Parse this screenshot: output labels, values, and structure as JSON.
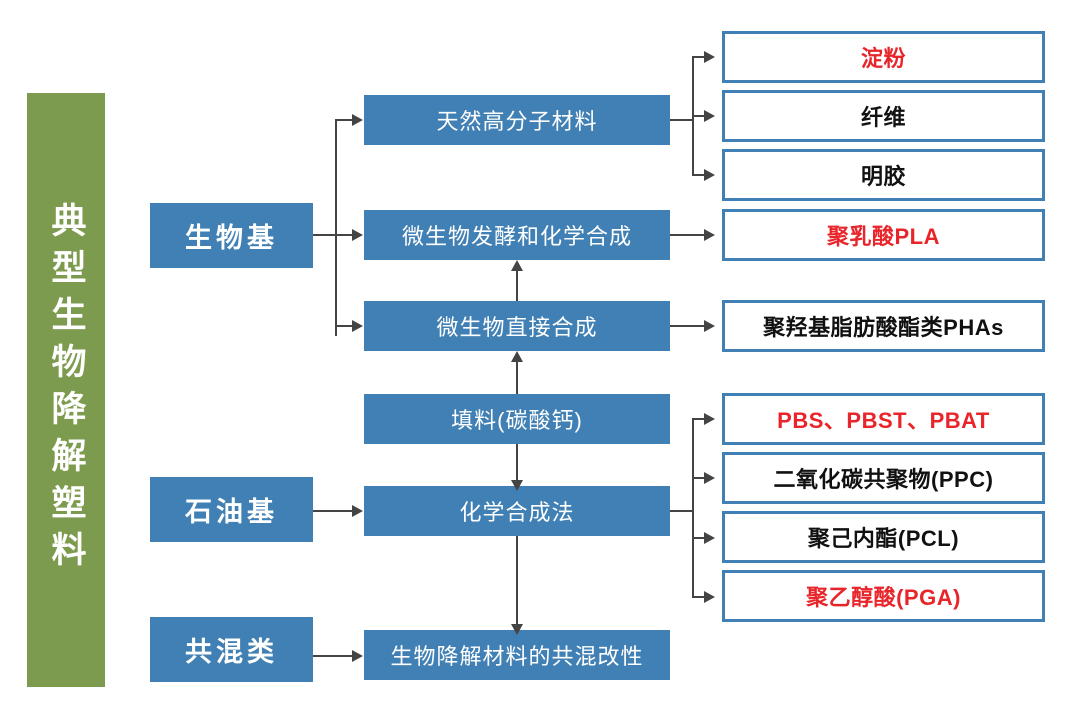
{
  "banner": {
    "title": "典型生物降解塑料"
  },
  "colors": {
    "banner_green": "#7d9b4e",
    "box_blue": "#4180b4",
    "highlight_red": "#e8252a",
    "text_black": "#111111",
    "connector_gray": "#444444"
  },
  "categories": [
    {
      "id": "bio-based",
      "label": "生物基"
    },
    {
      "id": "petro-based",
      "label": "石油基"
    },
    {
      "id": "blend",
      "label": "共混类"
    }
  ],
  "processes": [
    {
      "id": "natural-polymer",
      "label": "天然高分子材料"
    },
    {
      "id": "fermentation-chem",
      "label": "微生物发酵和化学合成"
    },
    {
      "id": "microbial-direct",
      "label": "微生物直接合成"
    },
    {
      "id": "filler",
      "label": "填料(碳酸钙)"
    },
    {
      "id": "chemical-synthesis",
      "label": "化学合成法"
    },
    {
      "id": "blend-modification",
      "label": "生物降解材料的共混改性"
    }
  ],
  "products": [
    {
      "id": "starch",
      "label": "淀粉",
      "highlight": true
    },
    {
      "id": "fiber",
      "label": "纤维",
      "highlight": false
    },
    {
      "id": "gelatin",
      "label": "明胶",
      "highlight": false
    },
    {
      "id": "pla",
      "label": "聚乳酸PLA",
      "highlight": true
    },
    {
      "id": "phas",
      "label": "聚羟基脂肪酸酯类PHAs",
      "highlight": false
    },
    {
      "id": "pbs-group",
      "label": "PBS、PBST、PBAT",
      "highlight": true
    },
    {
      "id": "ppc",
      "label": "二氧化碳共聚物(PPC)",
      "highlight": false
    },
    {
      "id": "pcl",
      "label": "聚己内酯(PCL)",
      "highlight": false
    },
    {
      "id": "pga",
      "label": "聚乙醇酸(PGA)",
      "highlight": true
    }
  ]
}
